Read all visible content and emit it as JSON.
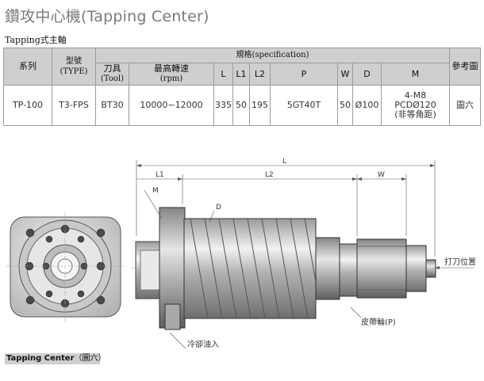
{
  "title": "鑽攻中心機(Tapping Center)",
  "subtitle": "Tapping式主軸",
  "table": {
    "headers": {
      "series": "系列",
      "type_cn": "型號",
      "type_en": "(TYPE)",
      "spec": "規格(specification)",
      "tool_cn": "刀具",
      "tool_en": "(Tool)",
      "speed_cn": "最高轉速",
      "speed_en": "(rpm)",
      "L": "L",
      "L1": "L1",
      "L2": "L2",
      "P": "P",
      "W": "W",
      "D": "D",
      "M": "M",
      "ref": "參考圖"
    },
    "row": {
      "series": "TP-100",
      "type": "T3-FPS",
      "tool": "BT30",
      "speed": "10000~12000",
      "L": "335",
      "L1": "50",
      "L2": "195",
      "P": "5GT40T",
      "W": "50",
      "D": "Ø100",
      "M_line1": "4-M8",
      "M_line2": "PCDØ120",
      "M_line3": "(非等角距)",
      "ref": "圖六"
    }
  },
  "drawing": {
    "dim_L": "L",
    "dim_L1": "L1",
    "dim_L2": "L2",
    "dim_W": "W",
    "label_M": "M",
    "label_D": "D",
    "label_strike": "打刀位置",
    "label_pulley": "皮帶輪(P)",
    "label_coolant": "冷卻油入"
  },
  "caption": {
    "bold": "Tapping Center",
    "rest": "（圖六）"
  }
}
